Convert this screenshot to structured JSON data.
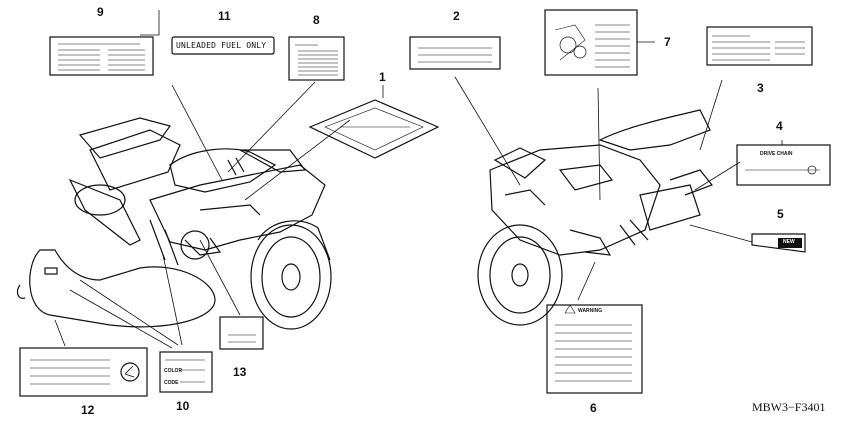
{
  "callouts": {
    "c1": "1",
    "c2": "2",
    "c3": "3",
    "c4": "4",
    "c5": "5",
    "c6": "6",
    "c7": "7",
    "c8": "8",
    "c9": "9",
    "c10": "10",
    "c11": "11",
    "c12": "12",
    "c13": "13"
  },
  "labels": {
    "fuel": "UNLEADED FUEL ONLY",
    "drive_chain": "DRIVE CHAIN",
    "warning": "WARNING",
    "color": "COLOR",
    "code": "CODE",
    "new": "NEW"
  },
  "reference_code": "MBW3−F3401"
}
